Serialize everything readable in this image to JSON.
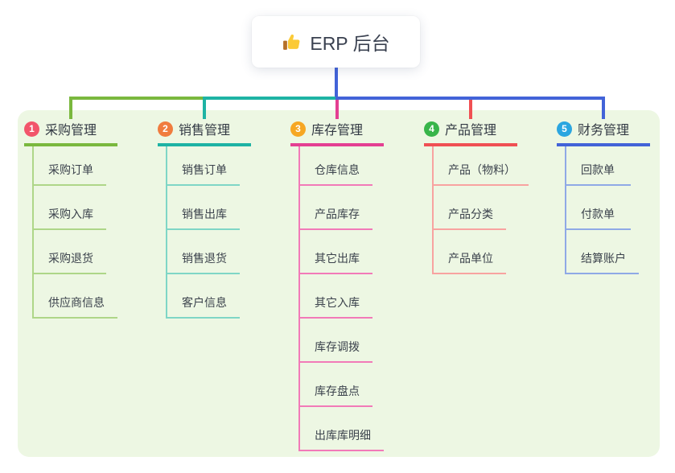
{
  "root": {
    "label": "ERP 后台",
    "icon": "thumbs-up-icon"
  },
  "canvas": {
    "background": "#ffffff",
    "panel_color": "#edf7e3",
    "root_connector_color": "#4263d8"
  },
  "branches": [
    {
      "number": "1",
      "label": "采购管理",
      "colors": {
        "badge": "#f2556b",
        "line": "#7ab83e",
        "light": "#aed688"
      },
      "children": [
        "采购订单",
        "采购入库",
        "采购退货",
        "供应商信息"
      ]
    },
    {
      "number": "2",
      "label": "销售管理",
      "colors": {
        "badge": "#f07c3e",
        "line": "#1eb3a4",
        "light": "#7fd6c6"
      },
      "children": [
        "销售订单",
        "销售出库",
        "销售退货",
        "客户信息"
      ]
    },
    {
      "number": "3",
      "label": "库存管理",
      "colors": {
        "badge": "#f6a723",
        "line": "#e43f92",
        "light": "#f27ab8"
      },
      "children": [
        "仓库信息",
        "产品库存",
        "其它出库",
        "其它入库",
        "库存调拨",
        "库存盘点",
        "出库库明细"
      ]
    },
    {
      "number": "4",
      "label": "产品管理",
      "colors": {
        "badge": "#38b54a",
        "line": "#f05053",
        "light": "#f8a3a0"
      },
      "children": [
        "产品（物料）",
        "产品分类",
        "产品单位"
      ]
    },
    {
      "number": "5",
      "label": "财务管理",
      "colors": {
        "badge": "#2ba6e0",
        "line": "#4263d8",
        "light": "#8fa9e6"
      },
      "children": [
        "回款单",
        "付款单",
        "结算账户"
      ]
    }
  ]
}
